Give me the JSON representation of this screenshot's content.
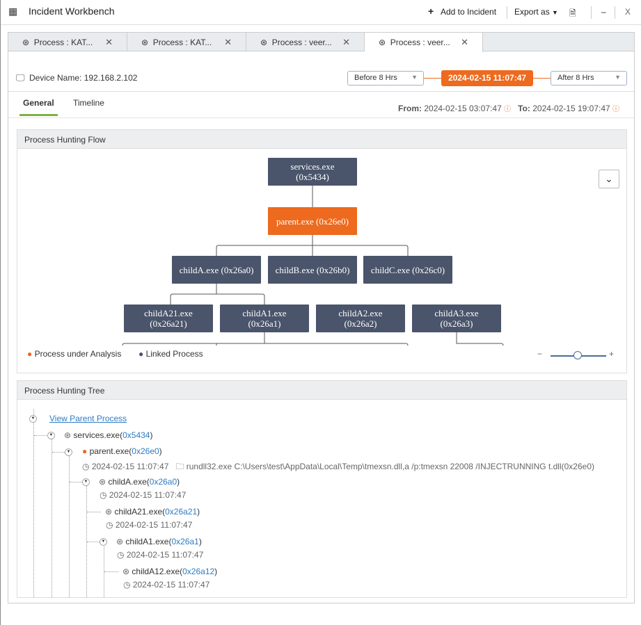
{
  "window": {
    "title": "Incident Workbench",
    "add_to_incident": "Add to Incident",
    "export_as": "Export as",
    "minimize": "–",
    "close": "X"
  },
  "tabs": [
    {
      "label": "Process : KAT..."
    },
    {
      "label": "Process : KAT..."
    },
    {
      "label": "Process : veer..."
    },
    {
      "label": "Process : veer...",
      "active": true
    }
  ],
  "device": {
    "label": "Device Name: 192.168.2.102"
  },
  "time": {
    "before": "Before 8 Hrs",
    "center": "2024-02-15 11:07:47",
    "after": "After 8 Hrs",
    "from_label": "From:",
    "from": "2024-02-15 03:07:47",
    "to_label": "To:",
    "to": "2024-02-15 19:07:47"
  },
  "subtabs": [
    {
      "label": "General",
      "active": true
    },
    {
      "label": "Timeline"
    }
  ],
  "colors": {
    "accent": "#ed6a1e",
    "node": "#4a546b",
    "link": "#2d7bc4",
    "active_tab": "#7cb342"
  },
  "flow": {
    "title": "Process Hunting Flow",
    "nodes": {
      "services": "services.exe\n(0x5434)",
      "parent": "parent.exe (0x26e0)",
      "childA": "childA.exe (0x26a0)",
      "childB": "childB.exe (0x26b0)",
      "childC": "childC.exe (0x26c0)",
      "childA21": "childA21.exe\n(0x26a21)",
      "childA1": "childA1.exe\n(0x26a1)",
      "childA2": "childA2.exe\n(0x26a2)",
      "childA3": "childA3.exe\n(0x26a3)"
    },
    "legend": {
      "analysis": "Process under Analysis",
      "linked": "Linked Process"
    },
    "zoom": {
      "minus": "−",
      "plus": "+",
      "level": 0.5
    }
  },
  "tree": {
    "title": "Process Hunting Tree",
    "view_parent": "View Parent Process",
    "items": [
      {
        "name": "services.exe(",
        "pid": "0x5434",
        "close": ")"
      },
      {
        "name": "parent.exe(",
        "pid": "0x26e0",
        "close": ")",
        "time": "2024-02-15 11:07:47",
        "cmd": "rundll32.exe C:\\Users\\test\\AppData\\Local\\Temp\\tmexsn.dll,a /p:tmexsn 22008 /INJECTRUNNING t.dll(0x26e0)"
      },
      {
        "name": "childA.exe(",
        "pid": "0x26a0",
        "close": ")",
        "time": "2024-02-15 11:07:47"
      },
      {
        "name": "childA21.exe(",
        "pid": "0x26a21",
        "close": ")",
        "time": "2024-02-15 11:07:47"
      },
      {
        "name": "childA1.exe(",
        "pid": "0x26a1",
        "close": ")",
        "time": "2024-02-15 11:07:47"
      },
      {
        "name": "childA12.exe(",
        "pid": "0x26a12",
        "close": ")",
        "time": "2024-02-15 11:07:47"
      }
    ]
  }
}
